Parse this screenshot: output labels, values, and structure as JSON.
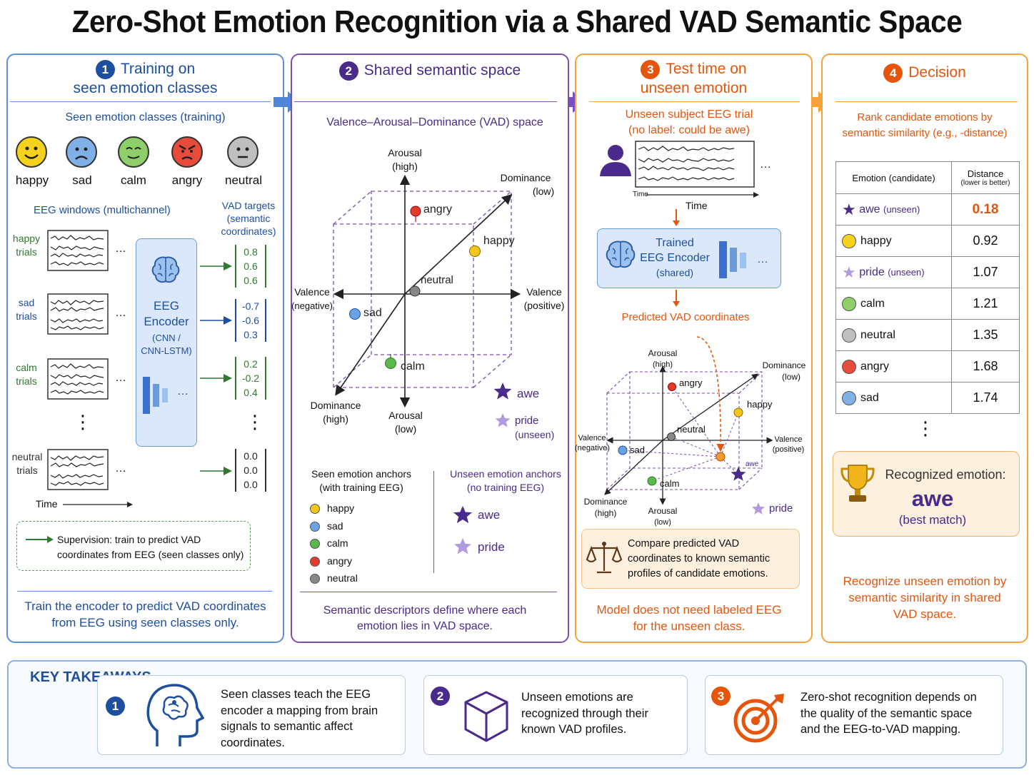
{
  "title": "Zero-Shot Emotion Recognition via a Shared VAD Semantic Space",
  "colors": {
    "blue": "#1e4e9e",
    "purple": "#4a2a8a",
    "orange": "#e5560c",
    "green": "#2f7a2f"
  },
  "p1": {
    "num": "1",
    "title_a": "Training on",
    "title_b": "seen emotion classes",
    "seen_label": "Seen emotion classes (training)",
    "faces": [
      "happy",
      "sad",
      "calm",
      "angry",
      "neutral"
    ],
    "eeg_windows": "EEG windows (multichannel)",
    "vad_a": "VAD targets",
    "vad_b": "(semantic",
    "vad_c": "coordinates)",
    "trials": [
      "happy",
      "sad",
      "calm",
      "neutral"
    ],
    "trials_suffix": "trials",
    "encoder_a": "EEG",
    "encoder_b": "Encoder",
    "encoder_c": "(CNN /",
    "encoder_d": "CNN-LSTM)",
    "vecs": [
      [
        "0.8",
        "0.6",
        "0.6"
      ],
      [
        "-0.7",
        "-0.6",
        "0.3"
      ],
      [
        "0.2",
        "-0.2",
        "0.4"
      ],
      [
        "0.0",
        "0.0",
        "0.0"
      ]
    ],
    "time": "Time",
    "ell": "…",
    "vdots": "⋮",
    "sup_a": "Supervision: train to predict VAD",
    "sup_b": "coordinates from EEG (seen classes only)",
    "foot_a": "Train the encoder to predict VAD coordinates",
    "foot_b": "from EEG using seen classes only."
  },
  "p2": {
    "num": "2",
    "title": "Shared semantic space",
    "sub": "Valence–Arousal–Dominance (VAD) space",
    "arousal_high_a": "Arousal",
    "arousal_high_b": "(high)",
    "arousal_low_a": "Arousal",
    "arousal_low_b": "(low)",
    "dom_low_a": "Dominance",
    "dom_low_b": "(low)",
    "dom_high_a": "Dominance",
    "dom_high_b": "(high)",
    "val_neg_a": "Valence",
    "val_neg_b": "(negative)",
    "val_pos_a": "Valence",
    "val_pos_b": "(positive)",
    "points": {
      "angry": "angry",
      "happy": "happy",
      "neutral": "neutral",
      "sad": "sad",
      "calm": "calm",
      "awe": "awe",
      "pride": "pride",
      "unseen": "(unseen)"
    },
    "seen_a": "Seen emotion anchors",
    "seen_b": "(with training EEG)",
    "unseen_a": "Unseen emotion anchors",
    "unseen_b": "(no training EEG)",
    "legend_seen": [
      "happy",
      "sad",
      "calm",
      "angry",
      "neutral"
    ],
    "legend_unseen": [
      "awe",
      "pride"
    ],
    "foot_a": "Semantic descriptors define where each",
    "foot_b": "emotion lies in VAD space."
  },
  "p3": {
    "num": "3",
    "title_a": "Test time on",
    "title_b": "unseen emotion",
    "trial_a": "Unseen subject EEG trial",
    "trial_b": "(no label: could be awe)",
    "time_small": "Time",
    "time": "Time",
    "ell": "…",
    "enc_a": "Trained",
    "enc_b": "EEG Encoder",
    "enc_c": "(shared)",
    "pred": "Predicted VAD coordinates",
    "mini": {
      "arousal_high_a": "Arousal",
      "arousal_high_b": "(high)",
      "arousal_low_a": "Arousal",
      "arousal_low_b": "(low)",
      "dom_low_a": "Dominance",
      "dom_low_b": "(low)",
      "dom_high_a": "Dominance",
      "dom_high_b": "(high)",
      "val_neg_a": "Valence",
      "val_neg_b": "(negative)",
      "val_pos_a": "Valence",
      "val_pos_b": "(positive)",
      "angry": "angry",
      "happy": "happy",
      "neutral": "neutral",
      "sad": "sad",
      "calm": "calm",
      "awe": "awe",
      "pride": "pride"
    },
    "cmp_a": "Compare predicted VAD",
    "cmp_b": "coordinates to known semantic",
    "cmp_c": "profiles of candidate emotions.",
    "foot_a": "Model does not need labeled EEG",
    "foot_b": "for the unseen class."
  },
  "p4": {
    "num": "4",
    "title": "Decision",
    "rank_a": "Rank candidate emotions by",
    "rank_b": "semantic similarity (e.g., -distance)",
    "col1": "Emotion (candidate)",
    "col2a": "Distance",
    "col2b": "(lower is better)",
    "rows": [
      {
        "name": "awe",
        "tag": "(unseen)",
        "dist": "0.18"
      },
      {
        "name": "happy",
        "tag": "",
        "dist": "0.92"
      },
      {
        "name": "pride",
        "tag": "(unseen)",
        "dist": "1.07"
      },
      {
        "name": "calm",
        "tag": "",
        "dist": "1.21"
      },
      {
        "name": "neutral",
        "tag": "",
        "dist": "1.35"
      },
      {
        "name": "angry",
        "tag": "",
        "dist": "1.68"
      },
      {
        "name": "sad",
        "tag": "",
        "dist": "1.74"
      }
    ],
    "vdots": "⋮",
    "rec_a": "Recognized emotion:",
    "rec_b": "awe",
    "rec_c": "(best match)",
    "foot_a": "Recognize unseen emotion by",
    "foot_b": "semantic similarity in shared",
    "foot_c": "VAD space."
  },
  "key": {
    "title": "KEY TAKEAWAYS",
    "items": [
      {
        "num": "1",
        "a": "Seen classes teach the EEG",
        "b": "encoder  a mapping from brain",
        "c": "signals  to semantic affect",
        "d": "coordinates."
      },
      {
        "num": "2",
        "a": "Unseen emotions are",
        "b": "recognized through their",
        "c": "known  VAD profiles.",
        "d": ""
      },
      {
        "num": "3",
        "a": "Zero-shot recognition depends on",
        "b": "the quality of the semantic space",
        "c": "and the EEG-to-VAD mapping.",
        "d": ""
      }
    ]
  }
}
